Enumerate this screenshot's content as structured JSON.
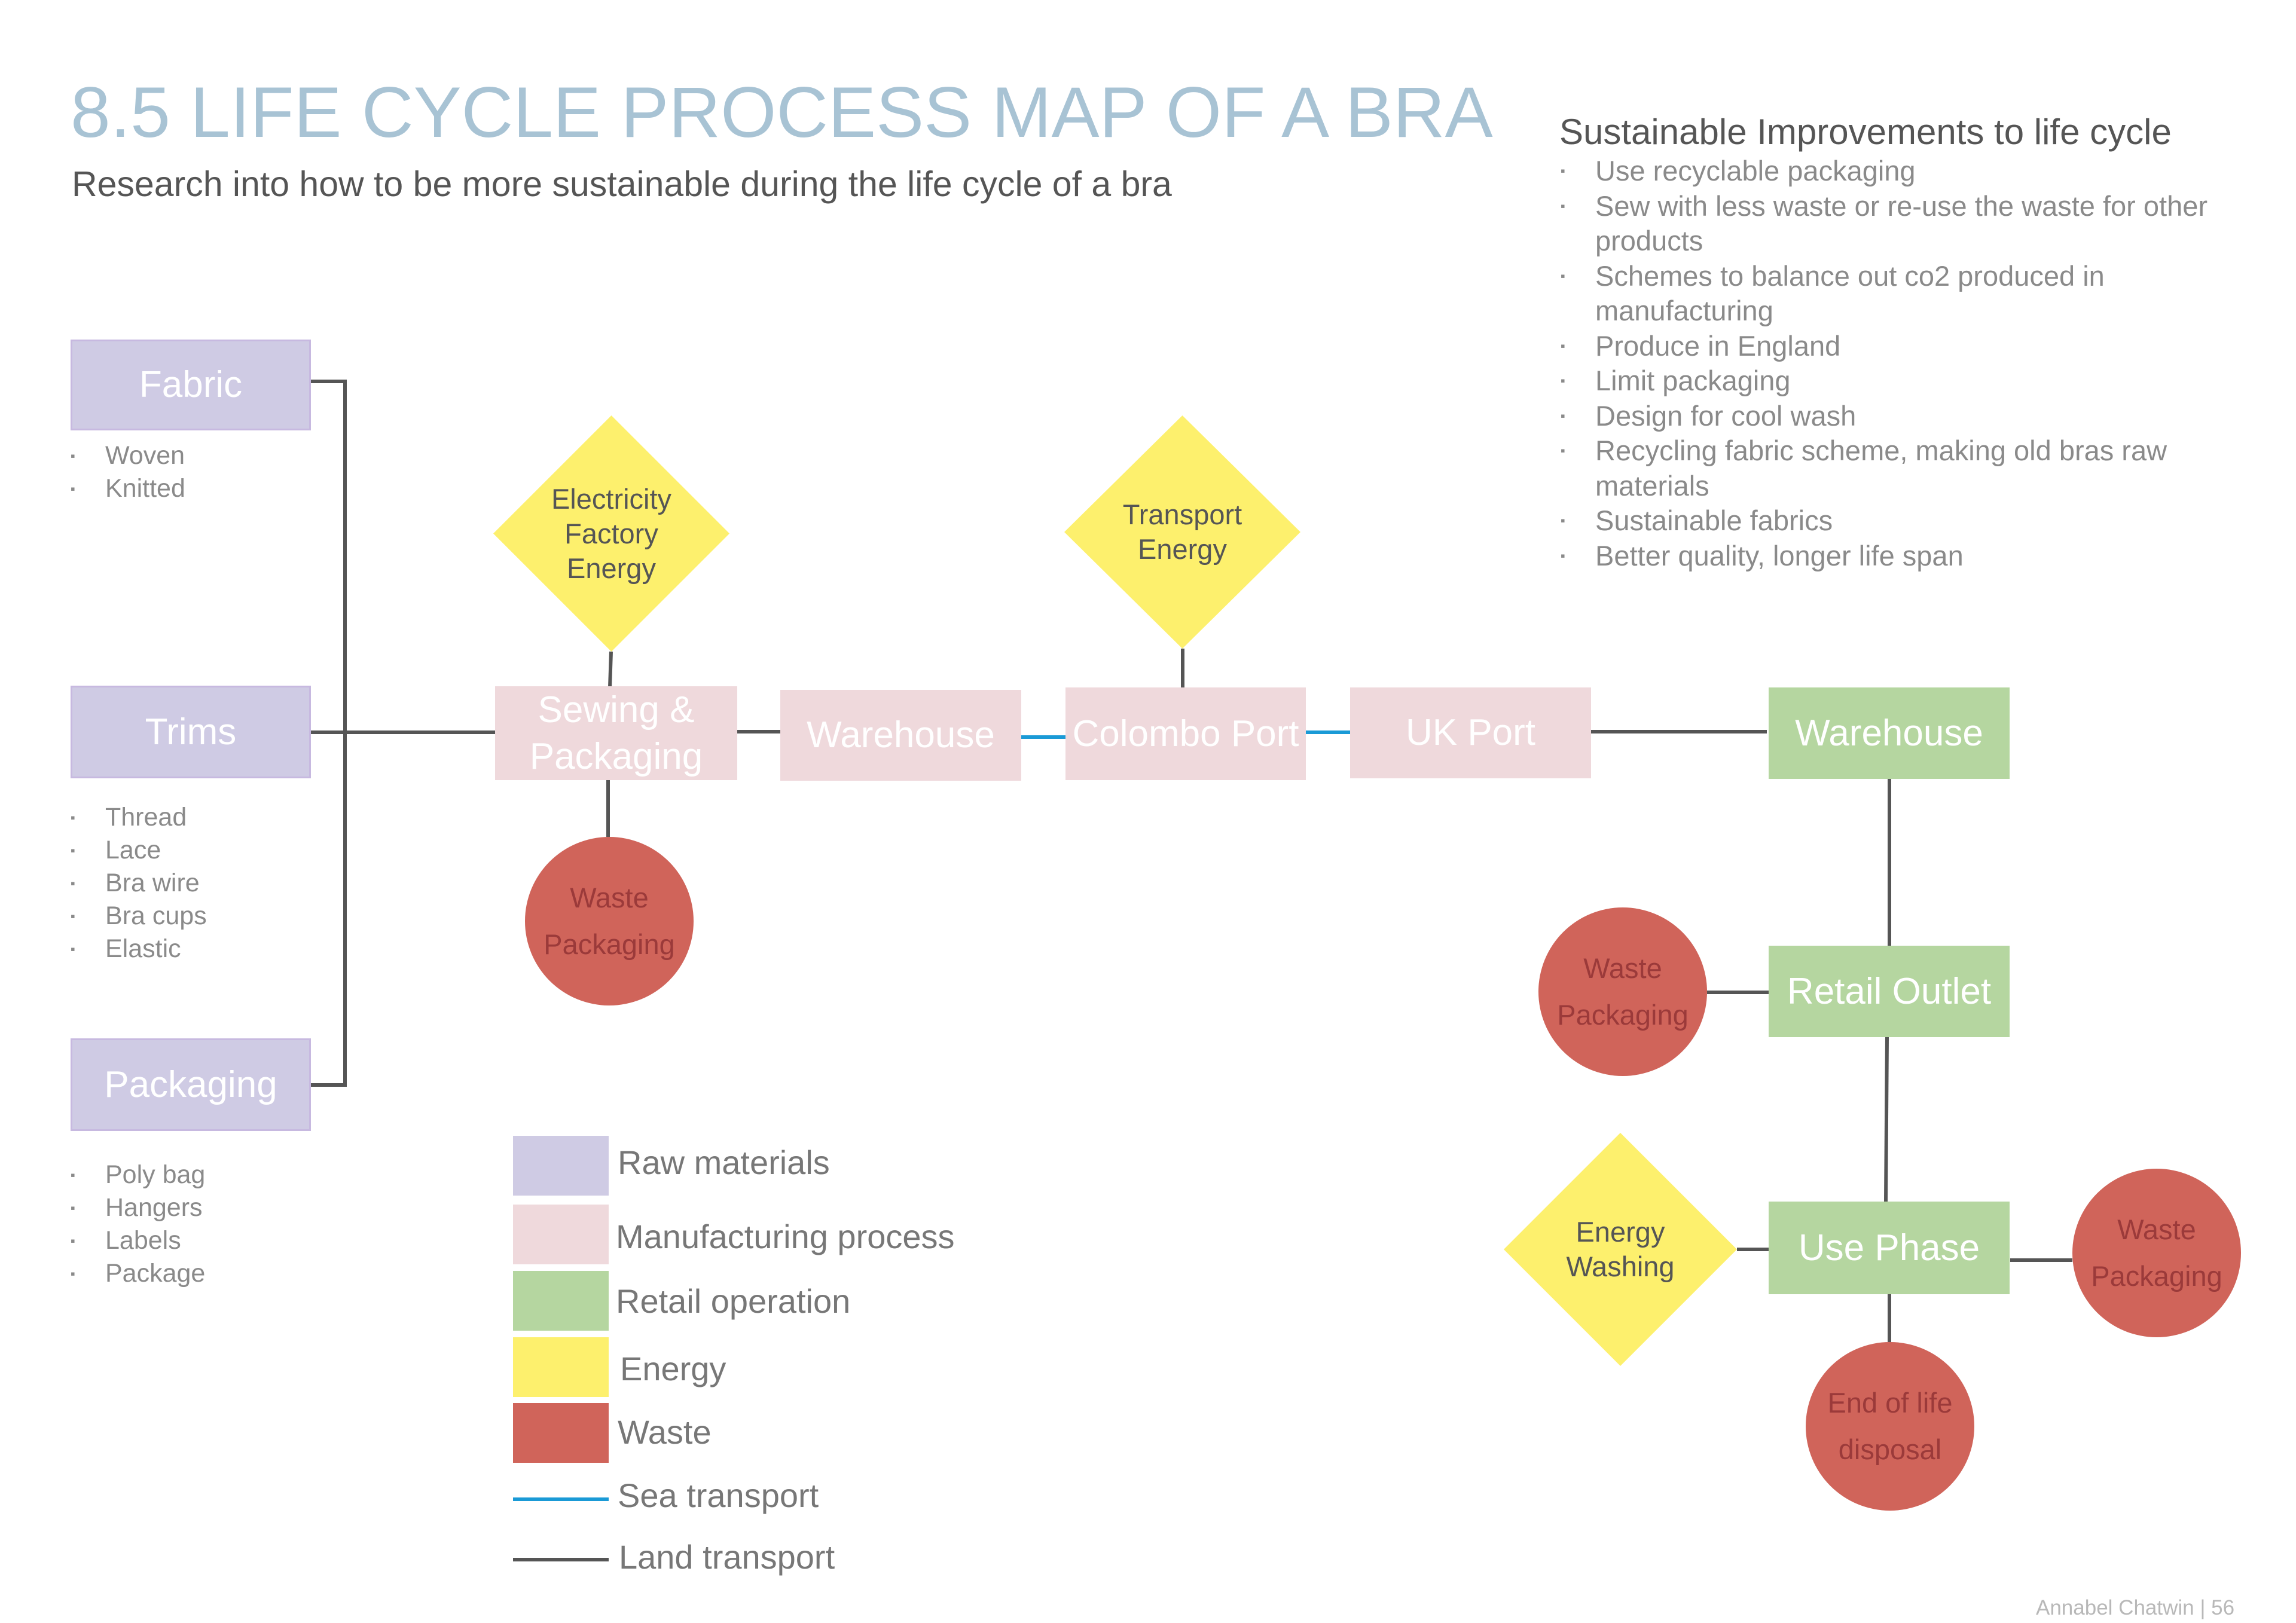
{
  "header": {
    "title": "8.5 LIFE CYCLE PROCESS MAP OF A BRA",
    "subtitle": "Research into how to be more sustainable during the life cycle of a bra"
  },
  "improvements": {
    "heading": "Sustainable Improvements to life cycle",
    "items": [
      "Use recyclable packaging",
      "Sew with less waste or re-use the waste for other products",
      "Schemes to balance out co2 produced in manufacturing",
      "Produce in England",
      "Limit packaging",
      "Design for cool wash",
      "Recycling fabric scheme, making old bras raw materials",
      "Sustainable fabrics",
      "Better quality, longer life span"
    ]
  },
  "raw_materials": {
    "fabric": {
      "label": "Fabric",
      "items": [
        "Woven",
        "Knitted"
      ]
    },
    "trims": {
      "label": "Trims",
      "items": [
        "Thread",
        "Lace",
        "Bra wire",
        "Bra cups",
        "Elastic"
      ]
    },
    "packaging": {
      "label": "Packaging",
      "items": [
        "Poly bag",
        "Hangers",
        "Labels",
        "Package"
      ]
    }
  },
  "process": {
    "sewing": "Sewing & Packaging",
    "warehouse1": "Warehouse",
    "colombo": "Colombo Port",
    "ukport": "UK Port",
    "warehouse2": "Warehouse",
    "retail": "Retail Outlet",
    "use": "Use Phase"
  },
  "energy": {
    "factory": "Electricity Factory Energy",
    "transport": "Transport Energy",
    "washing": "Energy Washing"
  },
  "waste": {
    "factory": "Waste Packaging",
    "retail": "Waste Packaging",
    "use": "Waste Packaging",
    "end": "End of life disposal"
  },
  "legend": {
    "raw": "Raw materials",
    "mfg": "Manufacturing process",
    "retail": "Retail operation",
    "energy": "Energy",
    "waste": "Waste",
    "sea": "Sea transport",
    "land": "Land transport"
  },
  "colors": {
    "raw": "#cfcbe4",
    "manufacturing": "#efd9dc",
    "retail": "#b5d6a0",
    "energy": "#fdf06d",
    "waste": "#d0645a",
    "sea": "#1a9ad6",
    "land": "#555555",
    "title": "#a8c3d4"
  },
  "footer": {
    "author": "Annabel Chatwin | 56"
  }
}
